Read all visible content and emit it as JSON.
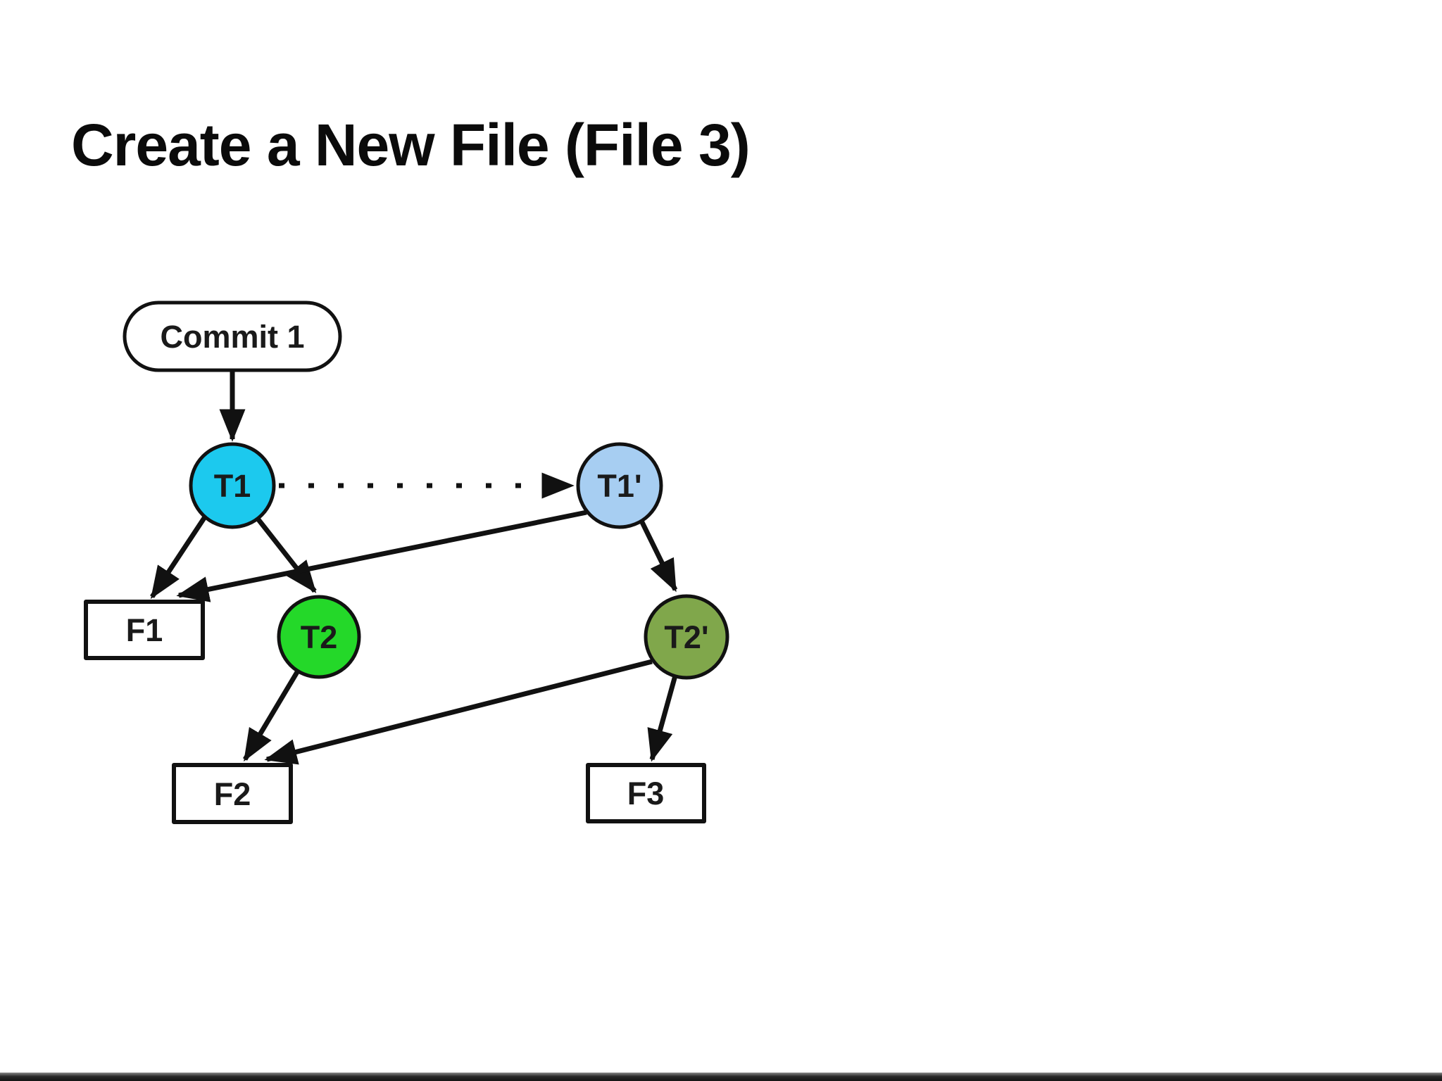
{
  "slide": {
    "title": "Create a New File (File 3)"
  },
  "diagram": {
    "stroke_color": "#111111",
    "text_color": "#1a1a1a",
    "nodes": {
      "commit1": {
        "label": "Commit 1",
        "fill": "#ffffff"
      },
      "t1": {
        "label": "T1",
        "fill": "#1cc9ee"
      },
      "t1p": {
        "label": "T1'",
        "fill": "#a7cef2"
      },
      "t2": {
        "label": "T2",
        "fill": "#24d829"
      },
      "t2p": {
        "label": "T2'",
        "fill": "#80a74b"
      },
      "f1": {
        "label": "F1",
        "fill": "#ffffff"
      },
      "f2": {
        "label": "F2",
        "fill": "#ffffff"
      },
      "f3": {
        "label": "F3",
        "fill": "#ffffff"
      }
    },
    "edges": [
      {
        "from": "Commit 1",
        "to": "T1",
        "style": "solid"
      },
      {
        "from": "T1",
        "to": "F1",
        "style": "solid"
      },
      {
        "from": "T1",
        "to": "T2",
        "style": "solid"
      },
      {
        "from": "T1",
        "to": "T1'",
        "style": "dotted"
      },
      {
        "from": "T1'",
        "to": "F1",
        "style": "solid"
      },
      {
        "from": "T1'",
        "to": "T2'",
        "style": "solid"
      },
      {
        "from": "T2",
        "to": "F2",
        "style": "solid"
      },
      {
        "from": "T2'",
        "to": "F2",
        "style": "solid"
      },
      {
        "from": "T2'",
        "to": "F3",
        "style": "solid"
      }
    ]
  },
  "footer": {
    "bar_color": "#1c1c1c"
  }
}
